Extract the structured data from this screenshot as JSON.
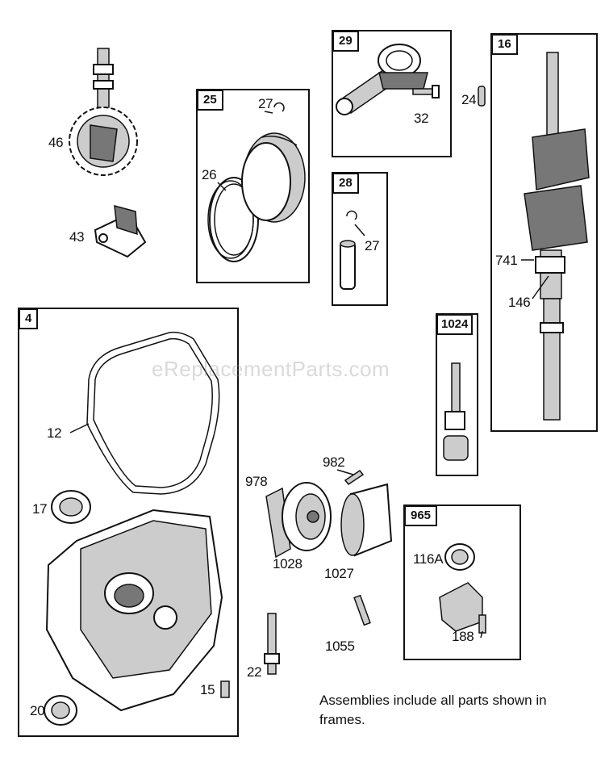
{
  "watermark": "eReplacementParts.com",
  "frames": {
    "f25": "25",
    "f29": "29",
    "f16": "16",
    "f28": "28",
    "f1024": "1024",
    "f4": "4",
    "f965": "965"
  },
  "labels": {
    "p46": "46",
    "p43": "43",
    "p27a": "27",
    "p26": "26",
    "p32": "32",
    "p24": "24",
    "p27b": "27",
    "p741": "741",
    "p146": "146",
    "p12": "12",
    "p17": "17",
    "p20": "20",
    "p15": "15",
    "p978": "978",
    "p982": "982",
    "p1028": "1028",
    "p1027": "1027",
    "p116a": "116A",
    "p188": "188",
    "p1055": "1055",
    "p22": "22"
  },
  "note": "Assemblies include all parts shown in frames."
}
